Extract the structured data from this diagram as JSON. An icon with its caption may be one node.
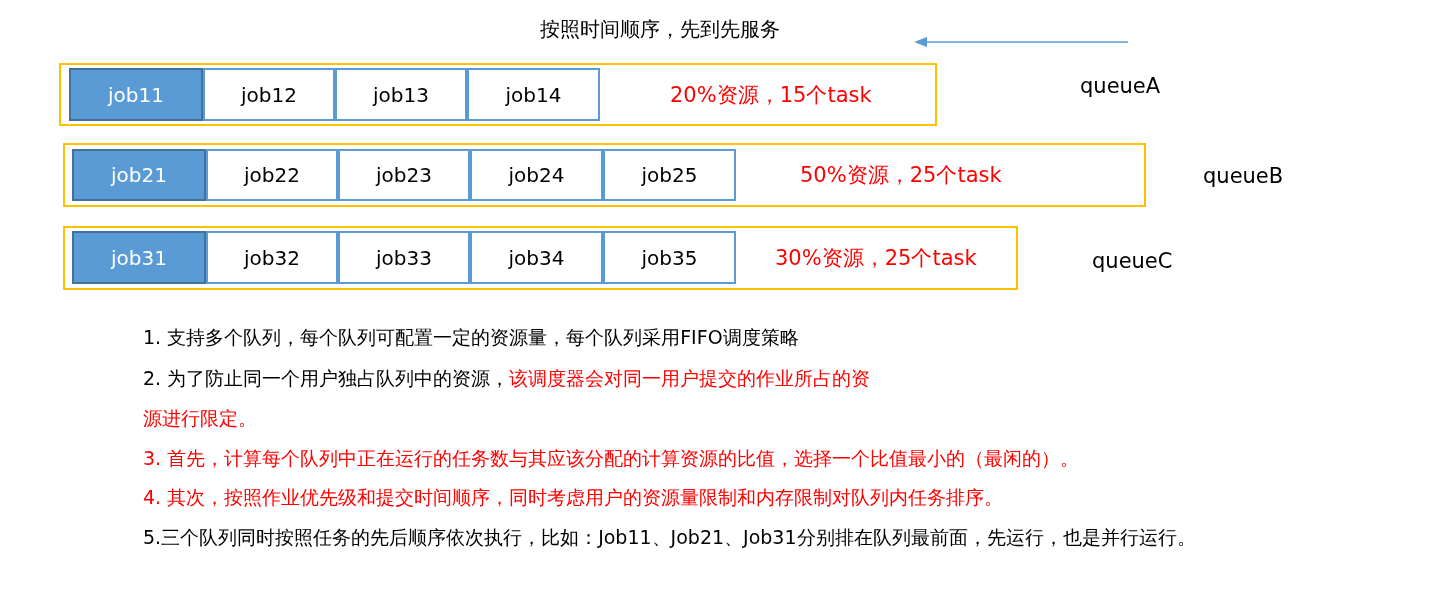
{
  "diagram": {
    "title": "按照时间顺序，先到先服务",
    "nodes": [
      {
        "text": [
          "20%资源，15个task"
        ]
      },
      {
        "text": [
          "job11"
        ],
        "in": 0
      },
      {
        "text": [
          "job12"
        ],
        "in": 0
      },
      {
        "text": [
          "job13"
        ],
        "in": 0
      },
      {
        "text": [
          "job14"
        ],
        "in": 0
      },
      {
        "text": [
          "50%资源，25个task"
        ]
      },
      {
        "text": [
          "job21"
        ],
        "in": 5
      },
      {
        "text": [
          "job22"
        ],
        "in": 5
      },
      {
        "text": [
          "job23"
        ],
        "in": 5
      },
      {
        "text": [
          "job24"
        ],
        "in": 5
      },
      {
        "text": [
          "job25"
        ],
        "in": 5
      },
      {
        "text": [
          "30%资源，25个task"
        ]
      },
      {
        "text": [
          "job31"
        ],
        "in": 11
      },
      {
        "text": [
          "job32"
        ],
        "in": 11
      },
      {
        "text": [
          "job33"
        ],
        "in": 11
      },
      {
        "text": [
          "job34"
        ],
        "in": 11
      },
      {
        "text": [
          "job35"
        ],
        "in": 11
      }
    ],
    "labels": [
      "queueA",
      "queueB",
      "queueC",
      "1. 支持多个队列，每个队列可配置一定的资源量，每个队列采用FIFO调度策略",
      "2. 为了防止同一个用户独占队列中的资源，",
      "该调度器会对同一用户提交的作业所占的资源进行限定。",
      "3. 首先，计算每个队列中正在运行的任务数与其应该分配的计算资源的比值，选择一个比值最小的（最闲的）。",
      "4. 其次，按照作业优先级和提交时间顺序，同时考虑用户的资源量限制和内存限制对队列内任务排序。",
      "5.三个队列同时按照任务的先后顺序依次执行，比如：Job11、Job21、Job31分别排在队列最前面，先运行，也是并行运行。"
    ]
  }
}
